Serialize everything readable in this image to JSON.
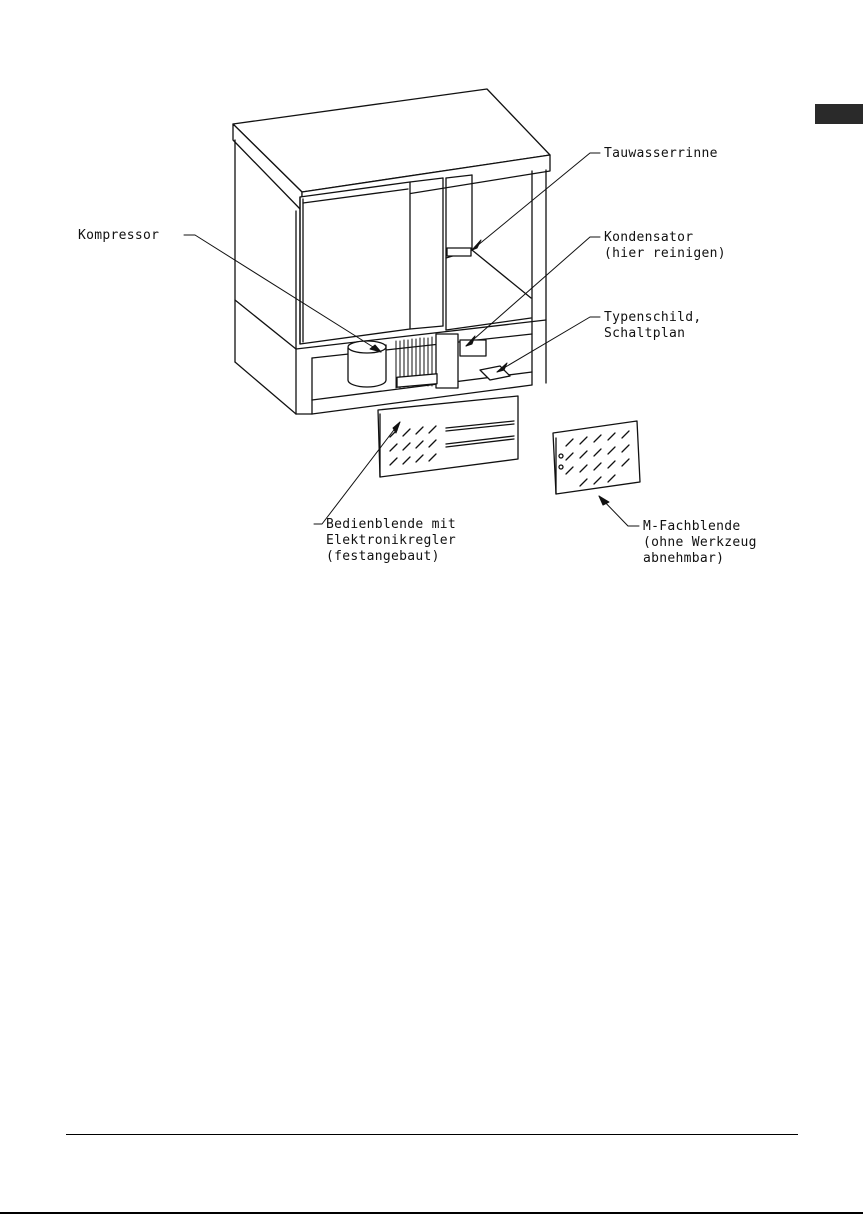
{
  "diagram": {
    "labels": {
      "tauwasserrinne": "Tauwasserrinne",
      "kompressor": "Kompressor",
      "kondensator_1": "Kondensator",
      "kondensator_2": "(hier reinigen)",
      "typenschild_1": "Typenschild,",
      "typenschild_2": "Schaltplan",
      "bedienblende_1": "Bedienblende mit",
      "bedienblende_2": "Elektronikregler",
      "bedienblende_3": "(festangebaut)",
      "mfach_1": "M-Fachblende",
      "mfach_2": "(ohne Werkzeug",
      "mfach_3": "abnehmbar)"
    }
  },
  "page": {
    "accent_color": "#2a2a2a",
    "line_color": "#111111"
  }
}
